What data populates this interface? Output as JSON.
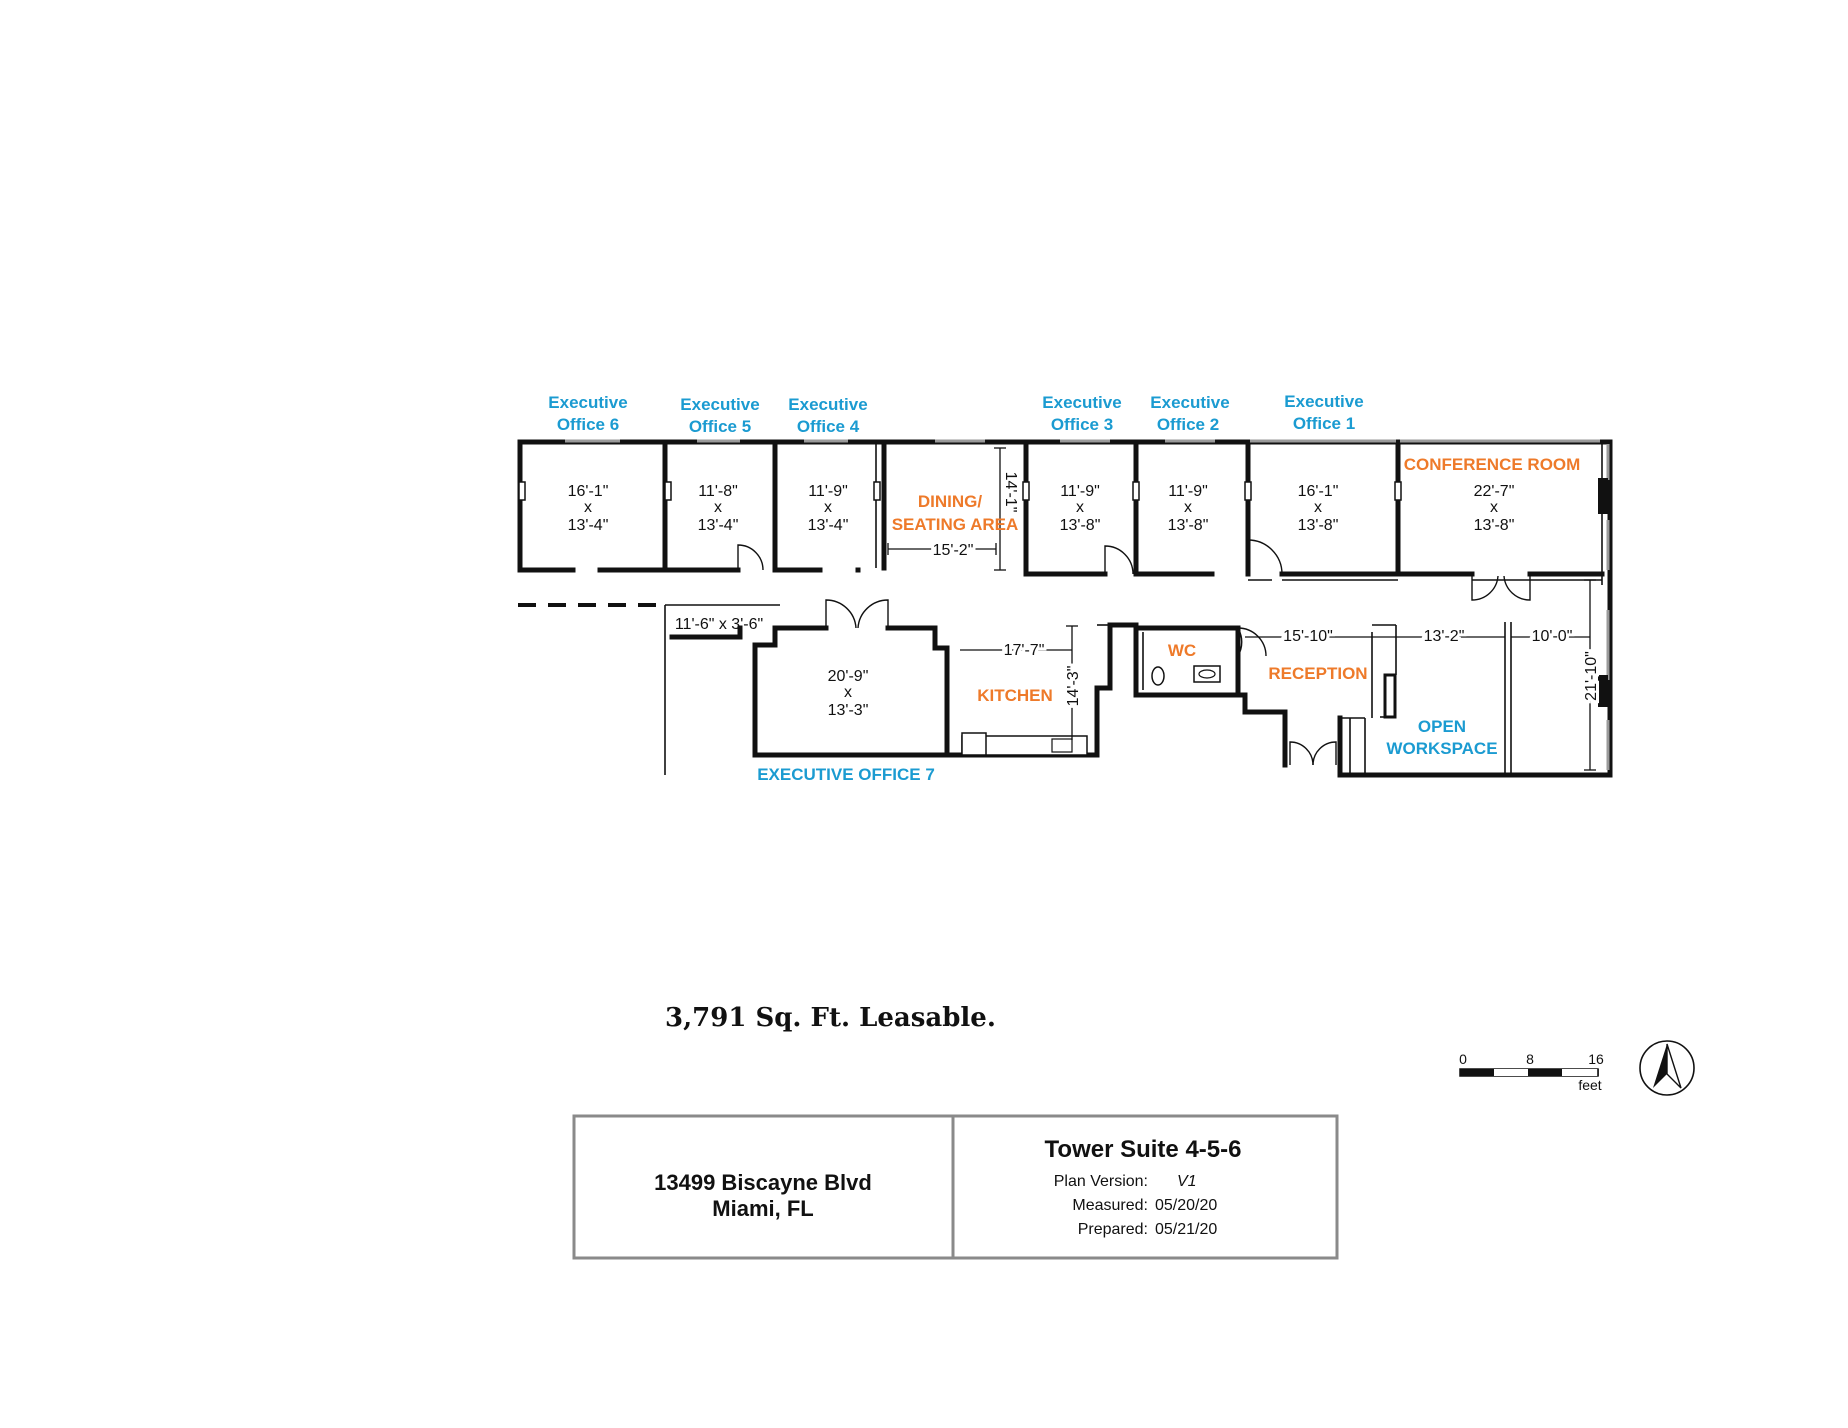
{
  "rooms": {
    "exec6": {
      "name_line1": "Executive",
      "name_line2": "Office 6",
      "dim_w": "16'-1\"",
      "dim_x": "x",
      "dim_d": "13'-4\""
    },
    "exec5": {
      "name_line1": "Executive",
      "name_line2": "Office 5",
      "dim_w": "11'-8\"",
      "dim_x": "x",
      "dim_d": "13'-4\""
    },
    "exec4": {
      "name_line1": "Executive",
      "name_line2": "Office 4",
      "dim_w": "11'-9\"",
      "dim_x": "x",
      "dim_d": "13'-4\""
    },
    "dining": {
      "name_line1": "DINING/",
      "name_line2": "SEATING AREA",
      "dim_w": "15'-2\"",
      "dim_d": "14'-1\""
    },
    "exec3": {
      "name_line1": "Executive",
      "name_line2": "Office 3",
      "dim_w": "11'-9\"",
      "dim_x": "x",
      "dim_d": "13'-8\""
    },
    "exec2": {
      "name_line1": "Executive",
      "name_line2": "Office 2",
      "dim_w": "11'-9\"",
      "dim_x": "x",
      "dim_d": "13'-8\""
    },
    "exec1": {
      "name_line1": "Executive",
      "name_line2": "Office 1",
      "dim_w": "16'-1\"",
      "dim_x": "x",
      "dim_d": "13'-8\""
    },
    "conference": {
      "name": "CONFERENCE ROOM",
      "dim_w": "22'-7\"",
      "dim_x": "x",
      "dim_d": "13'-8\""
    },
    "corridor": {
      "dim": "11'-6\" x 3'-6\""
    },
    "exec7": {
      "name": "EXECUTIVE OFFICE 7",
      "dim_w": "20'-9\"",
      "dim_x": "x",
      "dim_d": "13'-3\""
    },
    "kitchen": {
      "name": "KITCHEN",
      "dim_w": "17'-7\"",
      "dim_d": "14'-3\""
    },
    "wc": {
      "name": "WC"
    },
    "reception": {
      "name": "RECEPTION",
      "dim_w": "15'-10\""
    },
    "open_workspace": {
      "name_line1": "OPEN",
      "name_line2": "WORKSPACE",
      "dim_w1": "13'-2\"",
      "dim_w2": "10'-0\"",
      "dim_d": "21'-10\""
    }
  },
  "area_text": "3,791 Sq. Ft. Leasable.",
  "scale": {
    "ticks": [
      "0",
      "8",
      "16"
    ],
    "unit": "feet"
  },
  "north_arrow": {
    "icon": "north-arrow-icon"
  },
  "title_block": {
    "address_line1": "13499 Biscayne Blvd",
    "address_line2": "Miami, FL",
    "suite": "Tower Suite 4-5-6",
    "plan_version_label": "Plan Version:",
    "plan_version_value": "V1",
    "measured_label": "Measured:",
    "measured_value": "05/20/20",
    "prepared_label": "Prepared:",
    "prepared_value": "05/21/20"
  },
  "colors": {
    "room_label_blue": "#1b9bd1",
    "room_label_orange": "#ee7a2a",
    "walls": "#111111"
  }
}
